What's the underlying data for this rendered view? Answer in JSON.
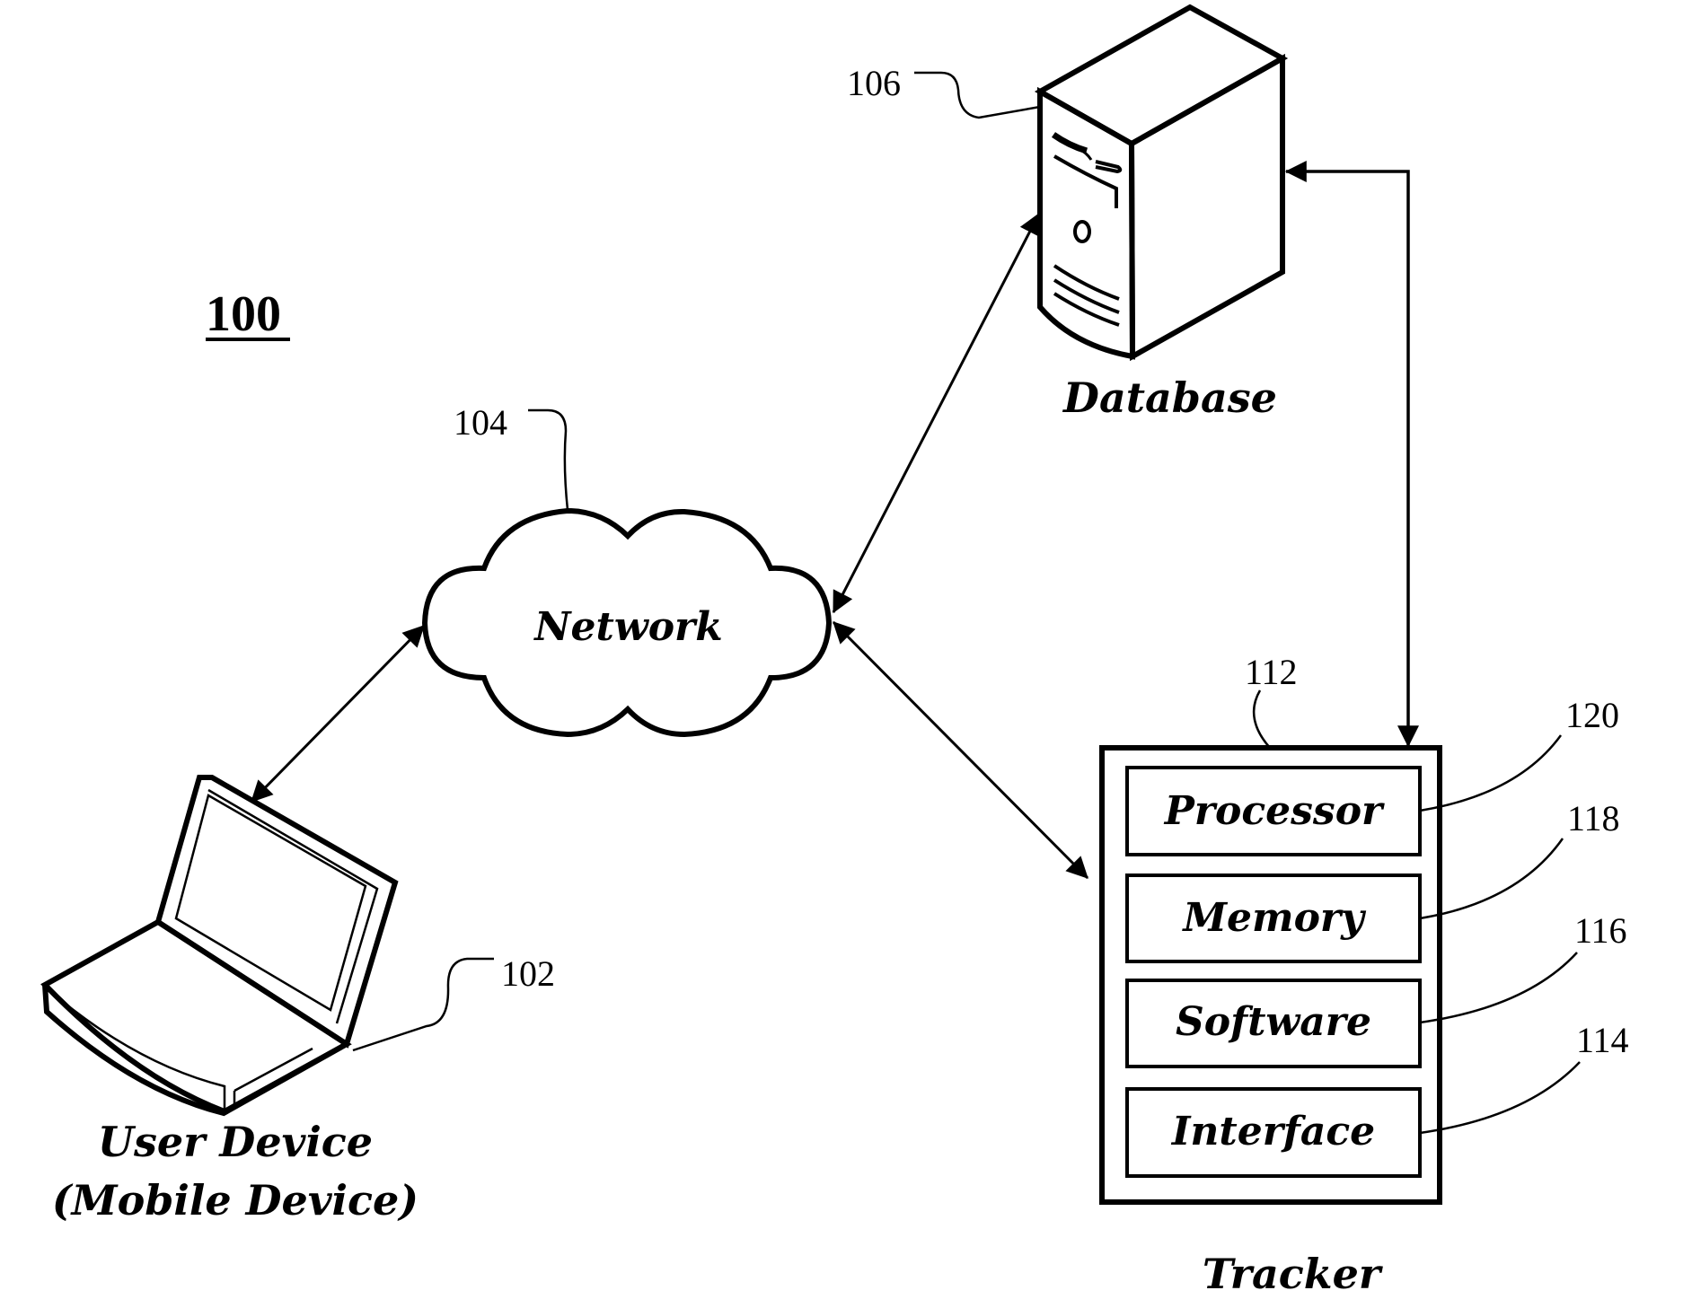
{
  "figure": {
    "number": "100"
  },
  "nodes": {
    "user_device": {
      "ref": "102",
      "label_line1": "User Device",
      "label_line2": "(Mobile Device)",
      "icon": "laptop-icon"
    },
    "network": {
      "ref": "104",
      "label": "Network",
      "icon": "cloud-icon"
    },
    "database": {
      "ref": "106",
      "label": "Database",
      "icon": "server-tower-icon"
    },
    "tracker": {
      "ref": "112",
      "label": "Tracker",
      "components": [
        {
          "label": "Processor",
          "ref": "120"
        },
        {
          "label": "Memory",
          "ref": "118"
        },
        {
          "label": "Software",
          "ref": "116"
        },
        {
          "label": "Interface",
          "ref": "114"
        }
      ]
    }
  },
  "connections": [
    {
      "from": "User Device",
      "to": "Network",
      "type": "bidirectional"
    },
    {
      "from": "Network",
      "to": "Database",
      "type": "bidirectional"
    },
    {
      "from": "Network",
      "to": "Tracker",
      "type": "bidirectional"
    },
    {
      "from": "Database",
      "to": "Tracker",
      "type": "bidirectional"
    }
  ]
}
